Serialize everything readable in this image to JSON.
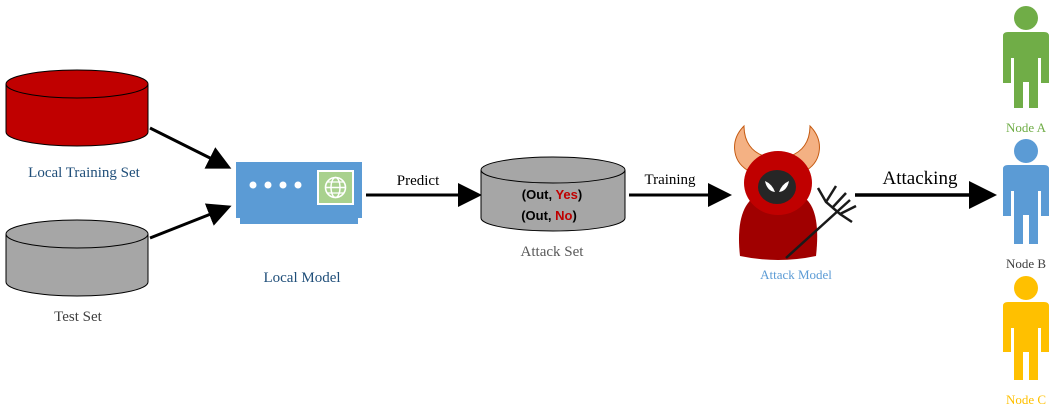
{
  "labels": {
    "local_training_set": "Local Training Set",
    "test_set": "Test Set",
    "local_model": "Local Model",
    "predict": "Predict",
    "attack_set": "Attack Set",
    "training": "Training",
    "attack_model": "Attack Model",
    "attacking": "Attacking"
  },
  "attack_set_rows": [
    {
      "prefix": "(Out, ",
      "value": "Yes",
      "suffix": ")"
    },
    {
      "prefix": "(Out, ",
      "value": "No",
      "suffix": ")"
    }
  ],
  "nodes": [
    {
      "label": "Node A",
      "color": "#70ad47"
    },
    {
      "label": "Node B",
      "color": "#5b9bd5"
    },
    {
      "label": "Node C",
      "color": "#ffc000"
    }
  ],
  "colors": {
    "training_db": "#c00000",
    "test_db": "#a6a6a6",
    "attack_db": "#a6a6a6",
    "model_box": "#5b9bd5",
    "dark_label": "#1f4e79",
    "attack_label": "#5b9bd5",
    "devil": "#c00000",
    "horns": "#f4b183",
    "highlight": "#c00000"
  },
  "icons": {
    "model": "server-globe-icon",
    "attacker": "devil-icon",
    "node": "person-icon"
  }
}
